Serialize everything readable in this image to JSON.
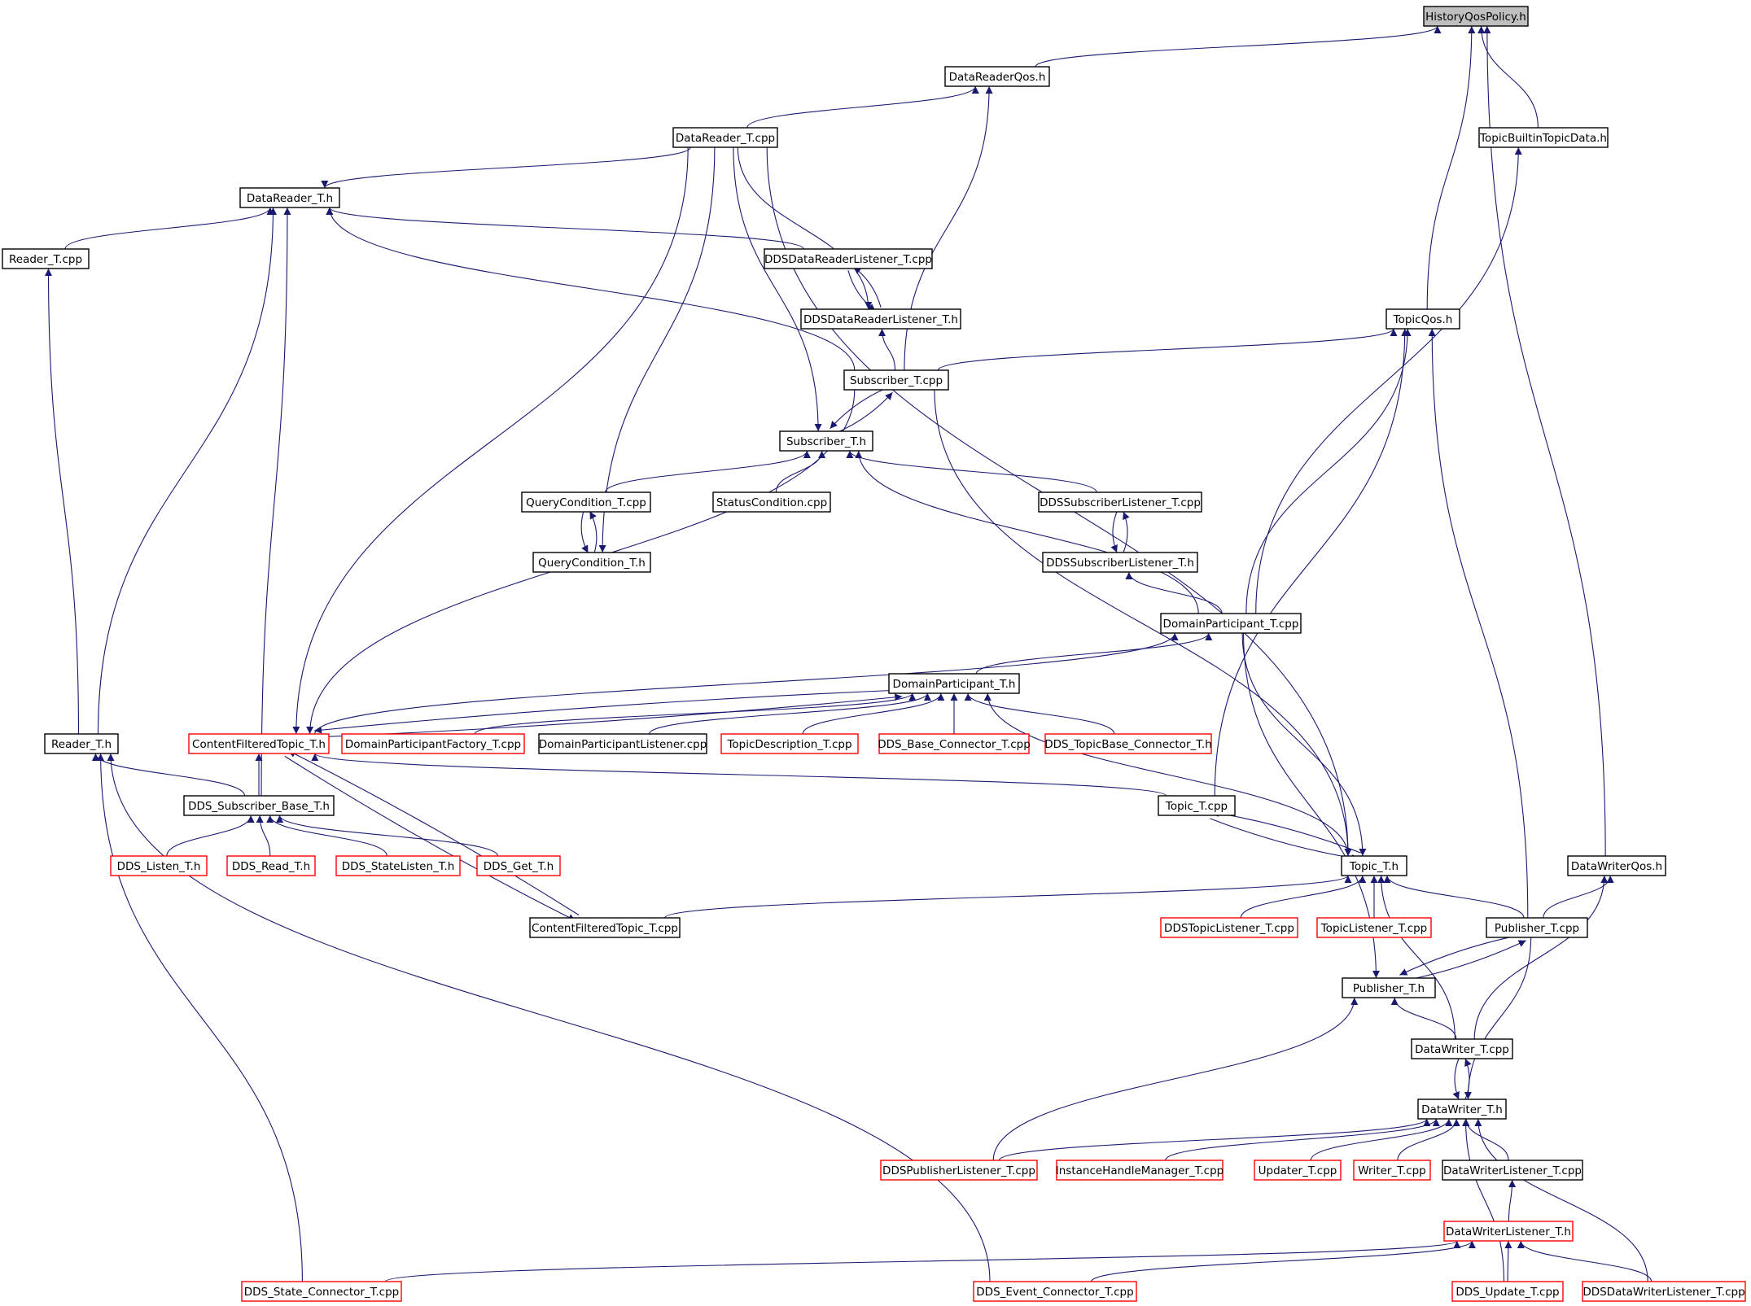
{
  "colors": {
    "edge": "#191970",
    "node_border_black": "#000000",
    "node_border_red": "#ff0000",
    "root_fill": "#bfbfbf",
    "background": "#ffffff"
  },
  "nodes": [
    {
      "id": "historyqospolicy",
      "label": "HistoryQosPolicy.h",
      "style": "root"
    },
    {
      "id": "datareaderqos",
      "label": "DataReaderQos.h",
      "style": "black"
    },
    {
      "id": "datareader_t_cpp",
      "label": "DataReader_T.cpp",
      "style": "black"
    },
    {
      "id": "topicbuiltintopicdata",
      "label": "TopicBuiltinTopicData.h",
      "style": "black"
    },
    {
      "id": "datareader_t_h",
      "label": "DataReader_T.h",
      "style": "black"
    },
    {
      "id": "reader_t_cpp",
      "label": "Reader_T.cpp",
      "style": "black"
    },
    {
      "id": "ddsdatareaderlistener_cpp",
      "label": "DDSDataReaderListener_T.cpp",
      "style": "black"
    },
    {
      "id": "ddsdatareaderlistener_h",
      "label": "DDSDataReaderListener_T.h",
      "style": "black"
    },
    {
      "id": "topicqos",
      "label": "TopicQos.h",
      "style": "black"
    },
    {
      "id": "subscriber_t_cpp",
      "label": "Subscriber_T.cpp",
      "style": "black"
    },
    {
      "id": "subscriber_t_h",
      "label": "Subscriber_T.h",
      "style": "black"
    },
    {
      "id": "querycondition_cpp",
      "label": "QueryCondition_T.cpp",
      "style": "black"
    },
    {
      "id": "statuscondition_cpp",
      "label": "StatusCondition.cpp",
      "style": "black"
    },
    {
      "id": "ddssubscriberlistener_cpp",
      "label": "DDSSubscriberListener_T.cpp",
      "style": "black"
    },
    {
      "id": "querycondition_h",
      "label": "QueryCondition_T.h",
      "style": "black"
    },
    {
      "id": "ddssubscriberlistener_h",
      "label": "DDSSubscriberListener_T.h",
      "style": "black"
    },
    {
      "id": "domainparticipant_cpp",
      "label": "DomainParticipant_T.cpp",
      "style": "black"
    },
    {
      "id": "domainparticipant_h",
      "label": "DomainParticipant_T.h",
      "style": "black"
    },
    {
      "id": "reader_t_h",
      "label": "Reader_T.h",
      "style": "black"
    },
    {
      "id": "contentfilteredtopic_h",
      "label": "ContentFilteredTopic_T.h",
      "style": "red"
    },
    {
      "id": "domainparticipantfactory_cpp",
      "label": "DomainParticipantFactory_T.cpp",
      "style": "red"
    },
    {
      "id": "domainparticipantlistener_cpp",
      "label": "DomainParticipantListener.cpp",
      "style": "black"
    },
    {
      "id": "topicdescription_cpp",
      "label": "TopicDescription_T.cpp",
      "style": "red"
    },
    {
      "id": "dds_base_connector_cpp",
      "label": "DDS_Base_Connector_T.cpp",
      "style": "red"
    },
    {
      "id": "dds_topicbase_connector_h",
      "label": "DDS_TopicBase_Connector_T.h",
      "style": "red"
    },
    {
      "id": "dds_subscriber_base_h",
      "label": "DDS_Subscriber_Base_T.h",
      "style": "black"
    },
    {
      "id": "topic_t_cpp",
      "label": "Topic_T.cpp",
      "style": "black"
    },
    {
      "id": "dds_listen_h",
      "label": "DDS_Listen_T.h",
      "style": "red"
    },
    {
      "id": "dds_read_h",
      "label": "DDS_Read_T.h",
      "style": "red"
    },
    {
      "id": "dds_statelisten_h",
      "label": "DDS_StateListen_T.h",
      "style": "red"
    },
    {
      "id": "dds_get_h",
      "label": "DDS_Get_T.h",
      "style": "red"
    },
    {
      "id": "topic_t_h",
      "label": "Topic_T.h",
      "style": "black"
    },
    {
      "id": "datawriterqos",
      "label": "DataWriterQos.h",
      "style": "black"
    },
    {
      "id": "contentfilteredtopic_cpp",
      "label": "ContentFilteredTopic_T.cpp",
      "style": "black"
    },
    {
      "id": "ddstopiclistener_cpp",
      "label": "DDSTopicListener_T.cpp",
      "style": "red"
    },
    {
      "id": "topiclistener_cpp",
      "label": "TopicListener_T.cpp",
      "style": "red"
    },
    {
      "id": "publisher_t_cpp",
      "label": "Publisher_T.cpp",
      "style": "black"
    },
    {
      "id": "publisher_t_h",
      "label": "Publisher_T.h",
      "style": "black"
    },
    {
      "id": "datawriter_t_cpp",
      "label": "DataWriter_T.cpp",
      "style": "black"
    },
    {
      "id": "datawriter_t_h",
      "label": "DataWriter_T.h",
      "style": "black"
    },
    {
      "id": "ddspublisherlistener_cpp",
      "label": "DDSPublisherListener_T.cpp",
      "style": "red"
    },
    {
      "id": "instancehandlemanager_cpp",
      "label": "InstanceHandleManager_T.cpp",
      "style": "red"
    },
    {
      "id": "updater_t_cpp",
      "label": "Updater_T.cpp",
      "style": "red"
    },
    {
      "id": "writer_t_cpp",
      "label": "Writer_T.cpp",
      "style": "red"
    },
    {
      "id": "datawriterlistener_cpp",
      "label": "DataWriterListener_T.cpp",
      "style": "black"
    },
    {
      "id": "datawriterlistener_h",
      "label": "DataWriterListener_T.h",
      "style": "red"
    },
    {
      "id": "dds_state_connector_cpp",
      "label": "DDS_State_Connector_T.cpp",
      "style": "red"
    },
    {
      "id": "dds_event_connector_cpp",
      "label": "DDS_Event_Connector_T.cpp",
      "style": "red"
    },
    {
      "id": "dds_update_cpp",
      "label": "DDS_Update_T.cpp",
      "style": "red"
    },
    {
      "id": "ddsdatawriterlistener_cpp",
      "label": "DDSDataWriterListener_T.cpp",
      "style": "red"
    }
  ],
  "edges": [
    {
      "from": "datareaderqos",
      "to": "historyqospolicy"
    },
    {
      "from": "topicqos",
      "to": "historyqospolicy"
    },
    {
      "from": "topicbuiltintopicdata",
      "to": "historyqospolicy"
    },
    {
      "from": "datawriterqos",
      "to": "historyqospolicy"
    },
    {
      "from": "datareader_t_cpp",
      "to": "datareaderqos"
    },
    {
      "from": "subscriber_t_cpp",
      "to": "datareaderqos"
    },
    {
      "from": "domainparticipant_cpp",
      "to": "topicbuiltintopicdata"
    },
    {
      "from": "datareader_t_cpp",
      "to": "datareader_t_h"
    },
    {
      "from": "reader_t_cpp",
      "to": "datareader_t_h"
    },
    {
      "from": "reader_t_h",
      "to": "datareader_t_h"
    },
    {
      "from": "ddsdatareaderlistener_cpp",
      "to": "datareader_t_h"
    },
    {
      "from": "subscriber_t_cpp",
      "to": "datareader_t_h"
    },
    {
      "from": "dds_subscriber_base_h",
      "to": "datareader_t_h"
    },
    {
      "from": "reader_t_h",
      "to": "reader_t_cpp"
    },
    {
      "from": "datareader_t_cpp",
      "to": "ddsdatareaderlistener_h"
    },
    {
      "from": "ddsdatareaderlistener_cpp",
      "to": "ddsdatareaderlistener_h"
    },
    {
      "from": "ddsdatareaderlistener_h",
      "to": "ddsdatareaderlistener_cpp"
    },
    {
      "from": "subscriber_t_cpp",
      "to": "ddsdatareaderlistener_h"
    },
    {
      "from": "subscriber_t_cpp",
      "to": "topicqos"
    },
    {
      "from": "domainparticipant_cpp",
      "to": "topicqos"
    },
    {
      "from": "topic_t_cpp",
      "to": "topicqos"
    },
    {
      "from": "publisher_t_cpp",
      "to": "topicqos"
    },
    {
      "from": "datareader_t_cpp",
      "to": "subscriber_t_h"
    },
    {
      "from": "subscriber_t_cpp",
      "to": "subscriber_t_h"
    },
    {
      "from": "subscriber_t_h",
      "to": "subscriber_t_cpp"
    },
    {
      "from": "querycondition_cpp",
      "to": "subscriber_t_h"
    },
    {
      "from": "statuscondition_cpp",
      "to": "subscriber_t_h"
    },
    {
      "from": "ddssubscriberlistener_cpp",
      "to": "subscriber_t_h"
    },
    {
      "from": "domainparticipant_cpp",
      "to": "subscriber_t_h"
    },
    {
      "from": "datareader_t_cpp",
      "to": "querycondition_h"
    },
    {
      "from": "querycondition_cpp",
      "to": "querycondition_h"
    },
    {
      "from": "querycondition_h",
      "to": "querycondition_cpp"
    },
    {
      "from": "ddssubscriberlistener_cpp",
      "to": "ddssubscriberlistener_h"
    },
    {
      "from": "ddssubscriberlistener_h",
      "to": "ddssubscriberlistener_cpp"
    },
    {
      "from": "domainparticipant_cpp",
      "to": "ddssubscriberlistener_h"
    },
    {
      "from": "domainparticipant_h",
      "to": "domainparticipant_cpp"
    },
    {
      "from": "contentfilteredtopic_h",
      "to": "domainparticipant_cpp"
    },
    {
      "from": "contentfilteredtopic_h",
      "to": "domainparticipant_h"
    },
    {
      "from": "domainparticipantfactory_cpp",
      "to": "domainparticipant_h"
    },
    {
      "from": "domainparticipantlistener_cpp",
      "to": "domainparticipant_h"
    },
    {
      "from": "topicdescription_cpp",
      "to": "domainparticipant_h"
    },
    {
      "from": "dds_base_connector_cpp",
      "to": "domainparticipant_h"
    },
    {
      "from": "dds_topicbase_connector_h",
      "to": "domainparticipant_h"
    },
    {
      "from": "topic_t_h",
      "to": "domainparticipant_h"
    },
    {
      "from": "datareader_t_cpp",
      "to": "contentfilteredtopic_h"
    },
    {
      "from": "subscriber_t_cpp",
      "to": "contentfilteredtopic_h"
    },
    {
      "from": "domainparticipant_h",
      "to": "contentfilteredtopic_h"
    },
    {
      "from": "dds_subscriber_base_h",
      "to": "contentfilteredtopic_h"
    },
    {
      "from": "topic_t_cpp",
      "to": "contentfilteredtopic_h"
    },
    {
      "from": "contentfilteredtopic_cpp",
      "to": "contentfilteredtopic_h"
    },
    {
      "from": "contentfilteredtopic_h",
      "to": "contentfilteredtopic_cpp"
    },
    {
      "from": "dds_subscriber_base_h",
      "to": "reader_t_h"
    },
    {
      "from": "dds_state_connector_cpp",
      "to": "reader_t_h"
    },
    {
      "from": "dds_event_connector_cpp",
      "to": "reader_t_h"
    },
    {
      "from": "dds_listen_h",
      "to": "dds_subscriber_base_h"
    },
    {
      "from": "dds_read_h",
      "to": "dds_subscriber_base_h"
    },
    {
      "from": "dds_statelisten_h",
      "to": "dds_subscriber_base_h"
    },
    {
      "from": "dds_get_h",
      "to": "dds_subscriber_base_h"
    },
    {
      "from": "topic_t_h",
      "to": "topic_t_cpp"
    },
    {
      "from": "topic_t_cpp",
      "to": "topic_t_h"
    },
    {
      "from": "datareader_t_cpp",
      "to": "topic_t_h"
    },
    {
      "from": "subscriber_t_cpp",
      "to": "topic_t_h"
    },
    {
      "from": "domainparticipant_cpp",
      "to": "topic_t_h"
    },
    {
      "from": "contentfilteredtopic_cpp",
      "to": "topic_t_h"
    },
    {
      "from": "ddstopiclistener_cpp",
      "to": "topic_t_h"
    },
    {
      "from": "topiclistener_cpp",
      "to": "topic_t_h"
    },
    {
      "from": "publisher_t_cpp",
      "to": "topic_t_h"
    },
    {
      "from": "datawriter_t_cpp",
      "to": "topic_t_h"
    },
    {
      "from": "publisher_t_cpp",
      "to": "datawriterqos"
    },
    {
      "from": "datawriter_t_cpp",
      "to": "datawriterqos"
    },
    {
      "from": "publisher_t_cpp",
      "to": "publisher_t_h"
    },
    {
      "from": "publisher_t_h",
      "to": "publisher_t_cpp"
    },
    {
      "from": "domainparticipant_cpp",
      "to": "publisher_t_h"
    },
    {
      "from": "datawriter_t_cpp",
      "to": "publisher_t_h"
    },
    {
      "from": "ddspublisherlistener_cpp",
      "to": "publisher_t_h"
    },
    {
      "from": "datawriter_t_h",
      "to": "datawriter_t_cpp"
    },
    {
      "from": "datawriter_t_cpp",
      "to": "datawriter_t_h"
    },
    {
      "from": "publisher_t_cpp",
      "to": "datawriter_t_h"
    },
    {
      "from": "ddspublisherlistener_cpp",
      "to": "datawriter_t_h"
    },
    {
      "from": "instancehandlemanager_cpp",
      "to": "datawriter_t_h"
    },
    {
      "from": "updater_t_cpp",
      "to": "datawriter_t_h"
    },
    {
      "from": "writer_t_cpp",
      "to": "datawriter_t_h"
    },
    {
      "from": "datawriterlistener_cpp",
      "to": "datawriter_t_h"
    },
    {
      "from": "dds_update_cpp",
      "to": "datawriter_t_h"
    },
    {
      "from": "ddsdatawriterlistener_cpp",
      "to": "datawriter_t_h"
    },
    {
      "from": "datawriterlistener_h",
      "to": "datawriterlistener_cpp"
    },
    {
      "from": "dds_state_connector_cpp",
      "to": "datawriterlistener_h"
    },
    {
      "from": "dds_event_connector_cpp",
      "to": "datawriterlistener_h"
    },
    {
      "from": "dds_update_cpp",
      "to": "datawriterlistener_h"
    },
    {
      "from": "ddsdatawriterlistener_cpp",
      "to": "datawriterlistener_h"
    }
  ]
}
